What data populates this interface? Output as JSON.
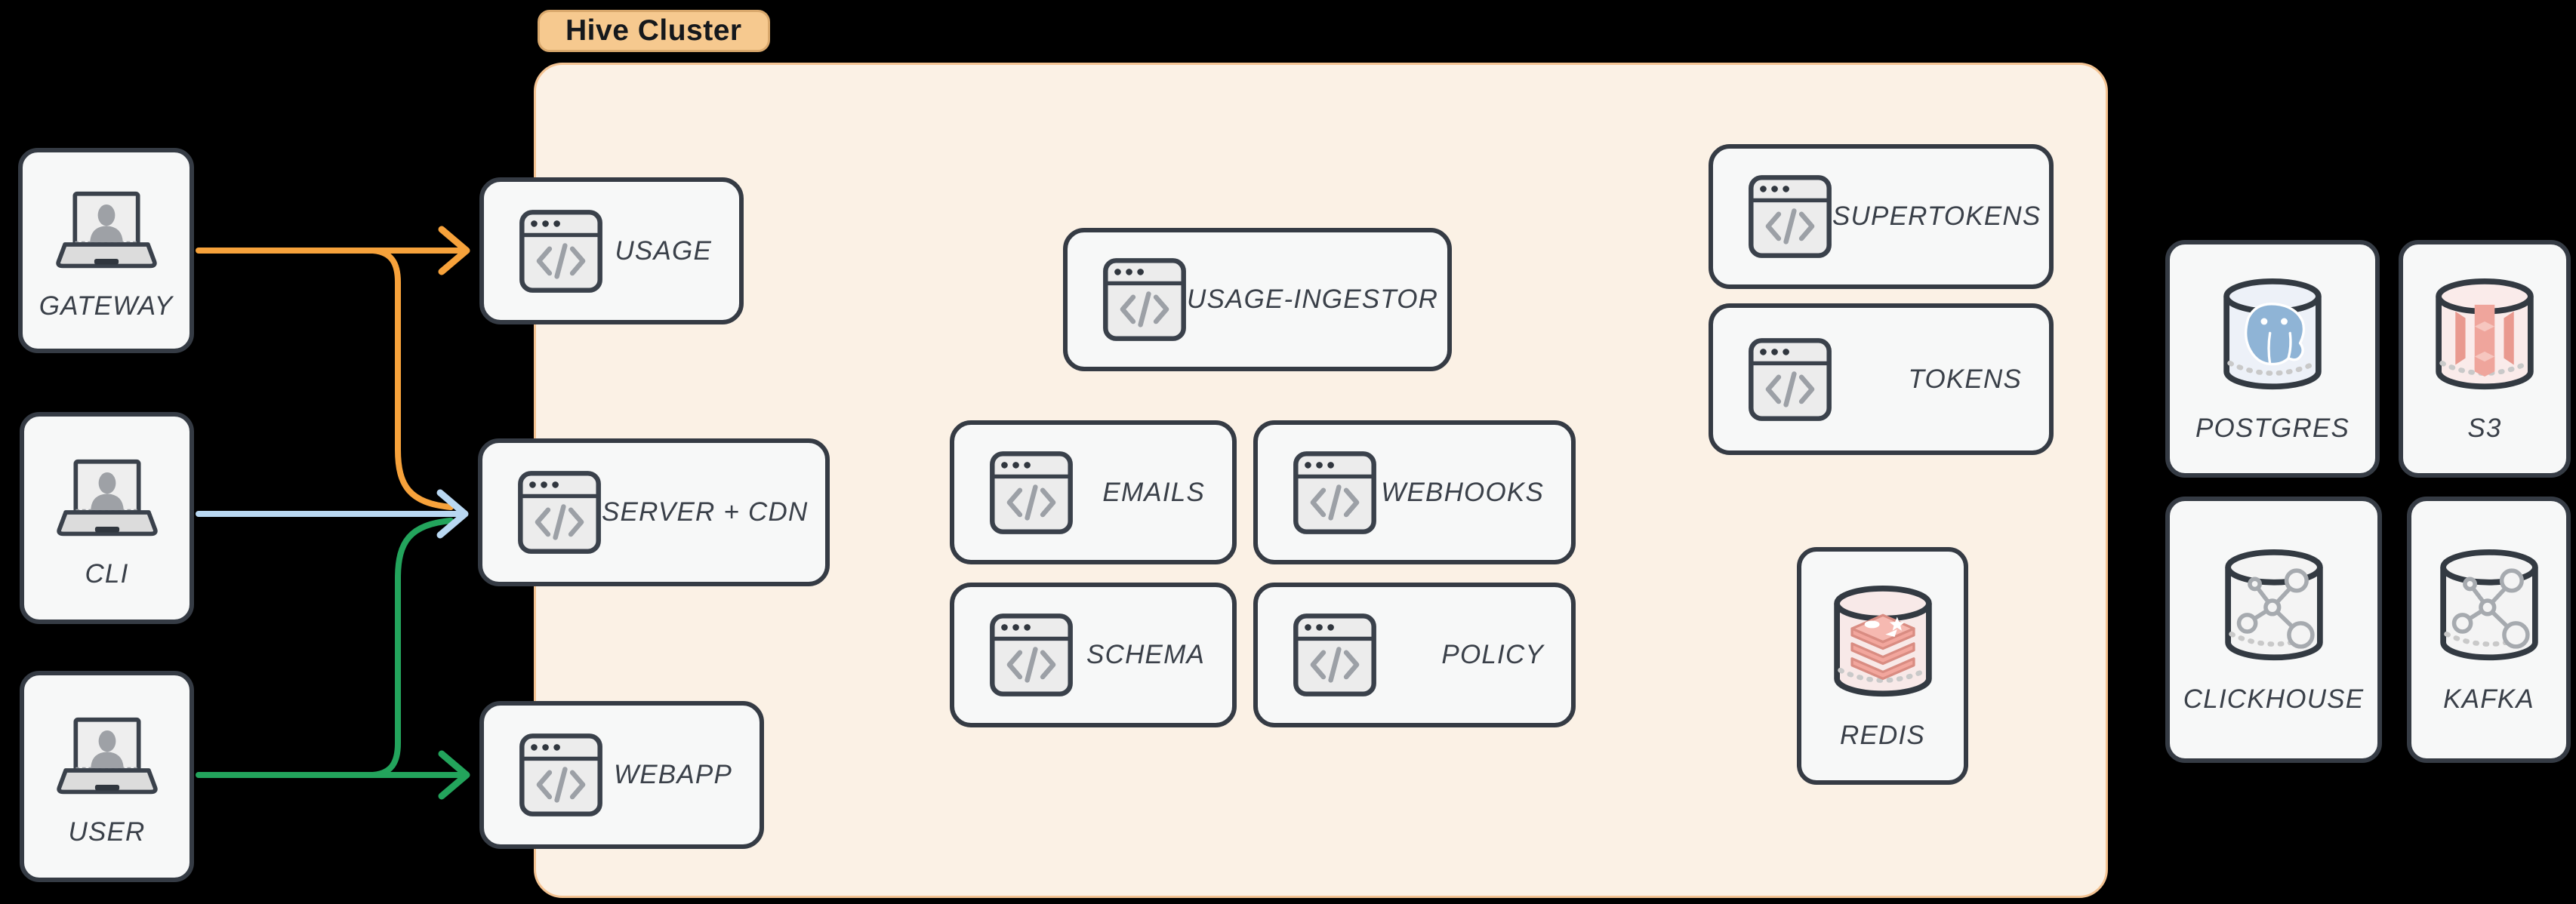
{
  "canvas": {
    "background": "#000000"
  },
  "cluster": {
    "label": "Hive Cluster",
    "badge_fill": "#F6C98F",
    "fill": "#FBF1E5",
    "border_color": "#F4C392"
  },
  "actors": [
    {
      "label": "GATEWAY",
      "icon": "laptop-user-icon"
    },
    {
      "label": "CLI",
      "icon": "laptop-user-icon"
    },
    {
      "label": "USER",
      "icon": "laptop-user-icon"
    }
  ],
  "services": [
    {
      "label": "USAGE",
      "icon": "browser-code-icon"
    },
    {
      "label": "SERVER + CDN",
      "icon": "browser-code-icon"
    },
    {
      "label": "WEBAPP",
      "icon": "browser-code-icon"
    },
    {
      "label": "USAGE-INGESTOR",
      "icon": "browser-code-icon"
    },
    {
      "label": "EMAILS",
      "icon": "browser-code-icon"
    },
    {
      "label": "WEBHOOKS",
      "icon": "browser-code-icon"
    },
    {
      "label": "SCHEMA",
      "icon": "browser-code-icon"
    },
    {
      "label": "POLICY",
      "icon": "browser-code-icon"
    },
    {
      "label": "SUPERTOKENS",
      "icon": "browser-code-icon"
    },
    {
      "label": "TOKENS",
      "icon": "browser-code-icon"
    }
  ],
  "cache": {
    "label": "REDIS",
    "icon": "database-cylinder-icon",
    "logo": "redis",
    "tint": "#F8E9E8"
  },
  "datastores": [
    {
      "label": "POSTGRES",
      "icon": "database-cylinder-icon",
      "logo": "postgres",
      "tint": "#EDF1F8"
    },
    {
      "label": "S3",
      "icon": "database-cylinder-icon",
      "logo": "s3",
      "tint": "#FAEBEA"
    },
    {
      "label": "CLICKHOUSE",
      "icon": "database-cylinder-icon",
      "logo": "molecule",
      "tint": "#F4F4F4"
    },
    {
      "label": "KAFKA",
      "icon": "database-cylinder-icon",
      "logo": "molecule",
      "tint": "#F4F4F4"
    }
  ],
  "edges": [
    {
      "from": "GATEWAY",
      "to": "USAGE",
      "color": "#F7A23B"
    },
    {
      "from": "GATEWAY",
      "to": "SERVER + CDN",
      "color": "#F7A23B"
    },
    {
      "from": "CLI",
      "to": "SERVER + CDN",
      "color": "#B9D8F2"
    },
    {
      "from": "USER",
      "to": "WEBAPP",
      "color": "#23A45C"
    },
    {
      "from": "USER",
      "to": "SERVER + CDN",
      "color": "#23A45C"
    }
  ]
}
